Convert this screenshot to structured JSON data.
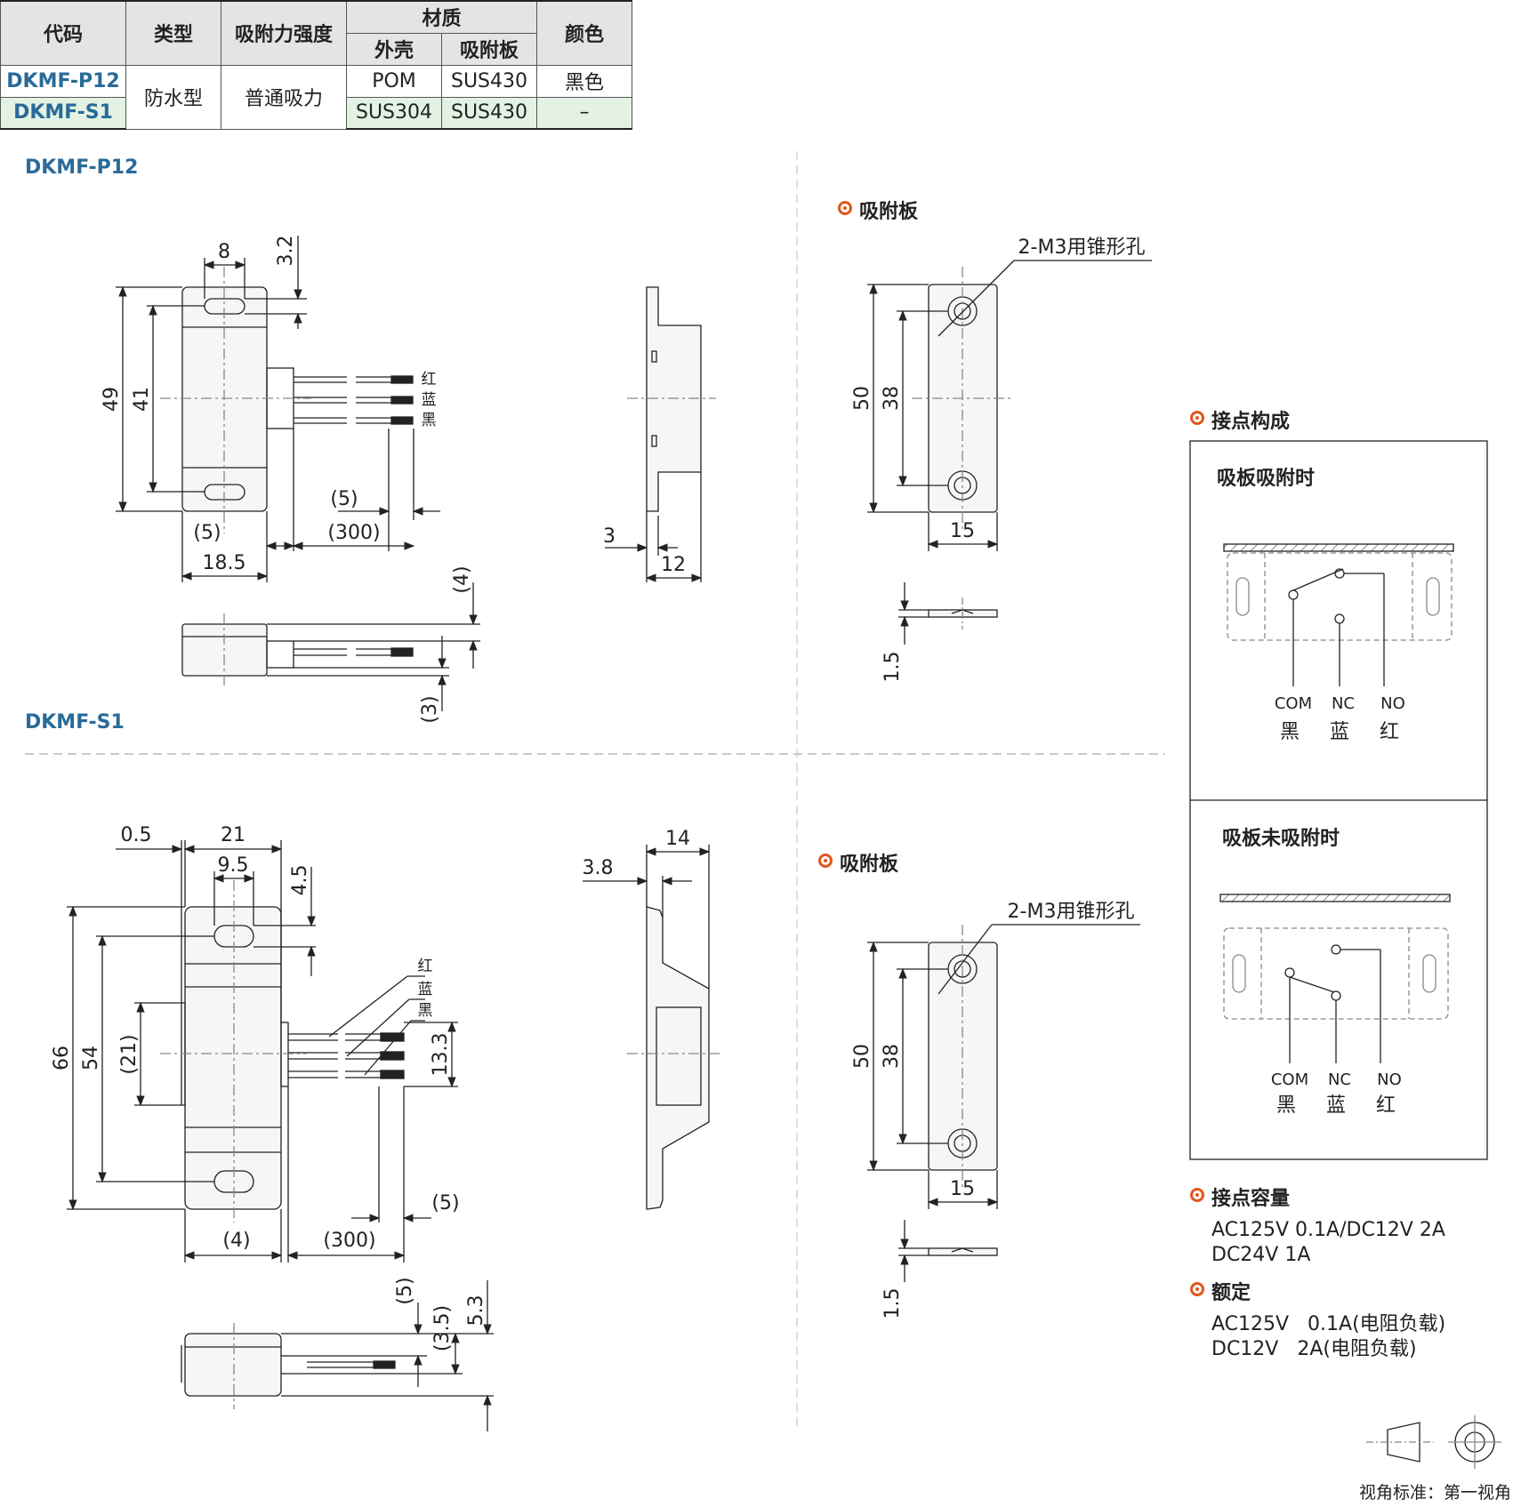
{
  "table": {
    "headers": {
      "code": "代码",
      "type": "类型",
      "strength": "吸附力强度",
      "material": "材质",
      "shell": "外壳",
      "plate": "吸附板",
      "color": "颜色"
    },
    "rows": [
      {
        "code": "DKMF-P12",
        "shell": "POM",
        "plate": "SUS430",
        "color": "黑色"
      },
      {
        "code": "DKMF-S1",
        "shell": "SUS304",
        "plate": "SUS430",
        "color": "–"
      }
    ],
    "type_value": "防水型",
    "strength_value": "普通吸力"
  },
  "sections": {
    "p12_title": "DKMF-P12",
    "s1_title": "DKMF-S1",
    "plate_title": "吸附板",
    "contact_title": "接点构成",
    "capacity_title": "接点容量",
    "rating_title": "额定"
  },
  "plate": {
    "hole_note": "2-M3用锥形孔",
    "dims": {
      "length": "50",
      "pitch": "38",
      "width": "15",
      "thickness": "1.5"
    }
  },
  "p12": {
    "dims": {
      "d8": "8",
      "d3_2": "3.2",
      "d49": "49",
      "d41": "41",
      "d5a": "(5)",
      "d300": "(300)",
      "d5b": "(5)",
      "d18_5": "18.5",
      "d4": "(4)",
      "d3p": "(3)",
      "d3": "3",
      "d12": "12"
    },
    "wires": [
      "红",
      "蓝",
      "黑"
    ]
  },
  "s1": {
    "dims": {
      "d0_5": "0.5",
      "d21": "21",
      "d9_5": "9.5",
      "d4_5": "4.5",
      "d66": "66",
      "d54": "54",
      "d21p": "(21)",
      "d13_3": "13.3",
      "d4p": "(4)",
      "d300": "(300)",
      "d5": "(5)",
      "d5b": "(5)",
      "d3_5": "(3.5)",
      "d5_3": "5.3",
      "d3_8": "3.8",
      "d14": "14"
    },
    "wires": [
      "红",
      "蓝",
      "黑"
    ]
  },
  "contact": {
    "attached_title": "吸板吸附时",
    "detached_title": "吸板未吸附时",
    "terminals": [
      "COM",
      "NC",
      "NO"
    ],
    "colors": [
      "黑",
      "蓝",
      "红"
    ]
  },
  "capacity": {
    "line1": "AC125V 0.1A/DC12V 2A",
    "line2": "DC24V 1A"
  },
  "rating": {
    "line1": "AC125V   0.1A(电阻负载)",
    "line2": "DC12V   2A(电阻负载)"
  },
  "view_standard": "视角标准：第一视角",
  "colors": {
    "accent": "#e0571d",
    "code_blue": "#2a6a98",
    "row_green": "#e3f2e3",
    "header_grey": "#e4e4e4"
  }
}
